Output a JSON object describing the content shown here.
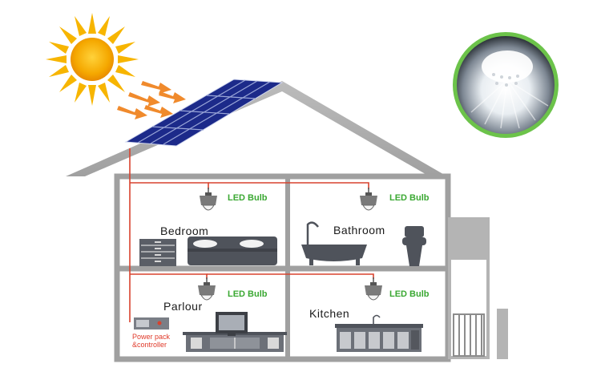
{
  "rooms": {
    "bedroom": "Bedroom",
    "bathroom": "Bathroom",
    "parlour": "Parlour",
    "kitchen": "Kitchen"
  },
  "bulb_label": "LED Bulb",
  "power_pack": {
    "line1": "Power pack",
    "line2": "&controller"
  },
  "colors": {
    "led_label": "#3aa832",
    "power_pack_label": "#e03a2a",
    "wire": "#d8422e",
    "wall": "#9a9a9a",
    "roof": "#a8a8a8",
    "solar_panel": "#1c2a8a",
    "sun": "#f7b500",
    "arrows": "#f08a2c",
    "bulb_ring": "#6cc34a"
  }
}
